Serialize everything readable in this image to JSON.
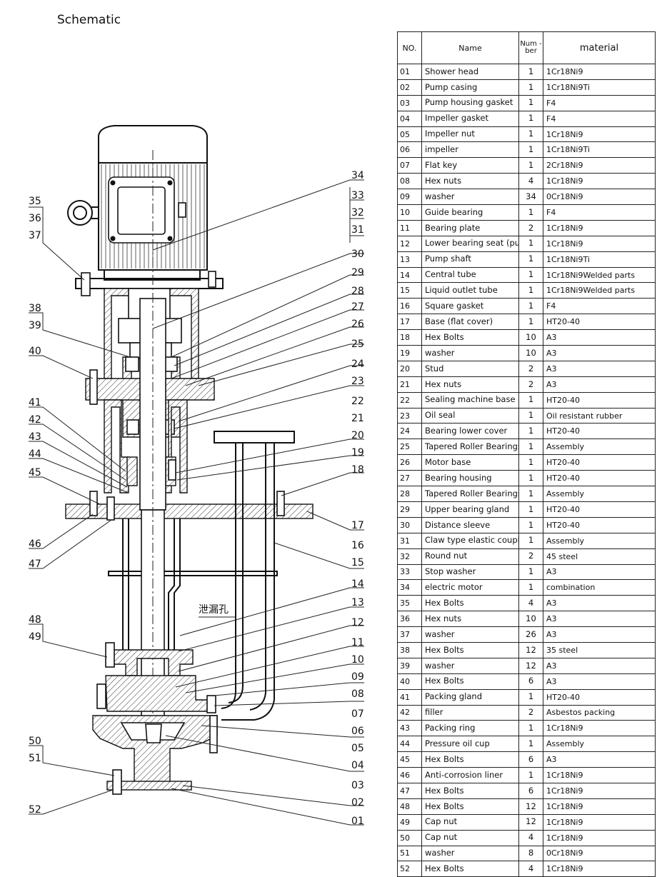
{
  "title": "Schematic",
  "leak_hole_label": "泄漏孔",
  "callouts": [
    "01",
    "02",
    "03",
    "04",
    "05",
    "06",
    "07",
    "08",
    "09",
    "10",
    "11",
    "12",
    "13",
    "14",
    "15",
    "16",
    "17",
    "18",
    "19",
    "20",
    "21",
    "22",
    "23",
    "24",
    "25",
    "26",
    "27",
    "28",
    "29",
    "30",
    "31",
    "32",
    "33",
    "34",
    "35",
    "36",
    "37",
    "38",
    "39",
    "40",
    "41",
    "42",
    "43",
    "44",
    "45",
    "46",
    "47",
    "48",
    "49",
    "50",
    "51",
    "52"
  ],
  "table": {
    "headers": {
      "no": "NO.",
      "name": "Name",
      "number": "Num -ber",
      "material": "material"
    },
    "rows": [
      {
        "no": "01",
        "name": "Shower head",
        "number": "1",
        "material": "1Cr18Ni9"
      },
      {
        "no": "02",
        "name": "Pump casing",
        "number": "1",
        "material": "1Cr18Ni9Ti"
      },
      {
        "no": "03",
        "name": "Pump housing gasket",
        "number": "1",
        "material": "F4"
      },
      {
        "no": "04",
        "name": "Impeller gasket",
        "number": "1",
        "material": "F4"
      },
      {
        "no": "05",
        "name": "Impeller nut",
        "number": "1",
        "material": "1Cr18Ni9"
      },
      {
        "no": "06",
        "name": "impeller",
        "number": "1",
        "material": "1Cr18Ni9Ti"
      },
      {
        "no": "07",
        "name": "Flat key",
        "number": "1",
        "material": "2Cr18Ni9"
      },
      {
        "no": "08",
        "name": "Hex nuts",
        "number": "4",
        "material": "1Cr18Ni9"
      },
      {
        "no": "09",
        "name": "washer",
        "number": "34",
        "material": "0Cr18Ni9"
      },
      {
        "no": "10",
        "name": "Guide bearing",
        "number": "1",
        "material": "F4"
      },
      {
        "no": "11",
        "name": "Bearing plate",
        "number": "2",
        "material": "1Cr18Ni9"
      },
      {
        "no": "12",
        "name": "Lower bearing seat (pump base)",
        "number": "1",
        "material": "1Cr18Ni9"
      },
      {
        "no": "13",
        "name": "Pump shaft",
        "number": "1",
        "material": "1Cr18Ni9Ti"
      },
      {
        "no": "14",
        "name": "Central tube",
        "number": "1",
        "material": "1Cr18Ni9Welded parts"
      },
      {
        "no": "15",
        "name": "Liquid outlet tube",
        "number": "1",
        "material": "1Cr18Ni9Welded parts"
      },
      {
        "no": "16",
        "name": "Square gasket",
        "number": "1",
        "material": "F4"
      },
      {
        "no": "17",
        "name": "Base (flat cover)",
        "number": "1",
        "material": "HT20-40"
      },
      {
        "no": "18",
        "name": "Hex Bolts",
        "number": "10",
        "material": "A3"
      },
      {
        "no": "19",
        "name": "washer",
        "number": "10",
        "material": "A3"
      },
      {
        "no": "20",
        "name": "Stud",
        "number": "2",
        "material": "A3"
      },
      {
        "no": "21",
        "name": "Hex nuts",
        "number": "2",
        "material": "A3"
      },
      {
        "no": "22",
        "name": "Sealing machine base",
        "number": "1",
        "material": "HT20-40"
      },
      {
        "no": "23",
        "name": "Oil seal",
        "number": "1",
        "material": "Oil resistant rubber"
      },
      {
        "no": "24",
        "name": "Bearing lower cover",
        "number": "1",
        "material": "HT20-40"
      },
      {
        "no": "25",
        "name": "Tapered Roller Bearings",
        "number": "1",
        "material": "Assembly"
      },
      {
        "no": "26",
        "name": "Motor base",
        "number": "1",
        "material": "HT20-40"
      },
      {
        "no": "27",
        "name": "Bearing housing",
        "number": "1",
        "material": "HT20-40"
      },
      {
        "no": "28",
        "name": "Tapered Roller Bearings",
        "number": "1",
        "material": "Assembly"
      },
      {
        "no": "29",
        "name": "Upper bearing gland",
        "number": "1",
        "material": "HT20-40"
      },
      {
        "no": "30",
        "name": "Distance sleeve",
        "number": "1",
        "material": "HT20-40"
      },
      {
        "no": "31",
        "name": "Claw type elastic coupling",
        "number": "1",
        "material": "Assembly"
      },
      {
        "no": "32",
        "name": "Round nut",
        "number": "2",
        "material": "45 steel"
      },
      {
        "no": "33",
        "name": "Stop washer",
        "number": "1",
        "material": "A3"
      },
      {
        "no": "34",
        "name": "electric motor",
        "number": "1",
        "material": "combination"
      },
      {
        "no": "35",
        "name": "Hex Bolts",
        "number": "4",
        "material": "A3"
      },
      {
        "no": "36",
        "name": "Hex nuts",
        "number": "10",
        "material": "A3"
      },
      {
        "no": "37",
        "name": "washer",
        "number": "26",
        "material": "A3"
      },
      {
        "no": "38",
        "name": "Hex Bolts",
        "number": "12",
        "material": "35 steel"
      },
      {
        "no": "39",
        "name": "washer",
        "number": "12",
        "material": "A3"
      },
      {
        "no": "40",
        "name": "Hex Bolts",
        "number": "6",
        "material": "A3"
      },
      {
        "no": "41",
        "name": "Packing gland",
        "number": "1",
        "material": "HT20-40"
      },
      {
        "no": "42",
        "name": "filler",
        "number": "2",
        "material": "Asbestos packing"
      },
      {
        "no": "43",
        "name": "Packing ring",
        "number": "1",
        "material": "1Cr18Ni9"
      },
      {
        "no": "44",
        "name": "Pressure oil cup",
        "number": "1",
        "material": "Assembly"
      },
      {
        "no": "45",
        "name": "Hex Bolts",
        "number": "6",
        "material": "A3"
      },
      {
        "no": "46",
        "name": "Anti-corrosion liner",
        "number": "1",
        "material": "1Cr18Ni9"
      },
      {
        "no": "47",
        "name": "Hex Bolts",
        "number": "6",
        "material": "1Cr18Ni9"
      },
      {
        "no": "48",
        "name": "Hex Bolts",
        "number": "12",
        "material": "1Cr18Ni9"
      },
      {
        "no": "49",
        "name": "Cap nut",
        "number": "12",
        "material": "1Cr18Ni9"
      },
      {
        "no": "50",
        "name": "Cap nut",
        "number": "4",
        "material": "1Cr18Ni9"
      },
      {
        "no": "51",
        "name": "washer",
        "number": "8",
        "material": "0Cr18Ni9"
      },
      {
        "no": "52",
        "name": "Hex Bolts",
        "number": "4",
        "material": "1Cr18Ni9"
      }
    ]
  }
}
